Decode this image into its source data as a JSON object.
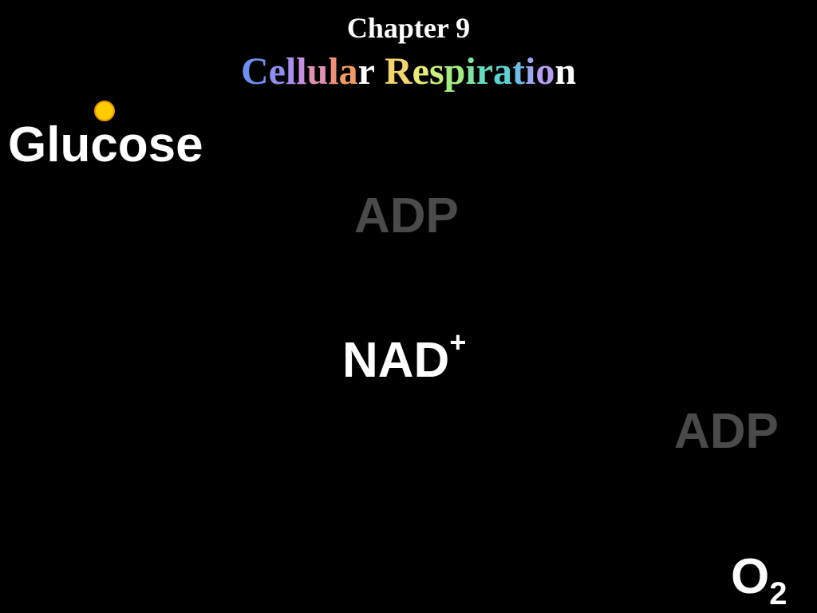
{
  "slide": {
    "chapter": "Chapter 9",
    "title": {
      "text": "Cellular Respiration",
      "letter_colors": [
        "#6f8ff0",
        "#8f8ff0",
        "#a98ef0",
        "#c590e0",
        "#e090b0",
        "#ee8f7a",
        "#f09a60",
        "#ffffff",
        "#f4c26a",
        "#f4d46c",
        "#e8ec76",
        "#c8f07a",
        "#a4ec82",
        "#80e4a0",
        "#64dcbc",
        "#5ed2d2",
        "#70bce6",
        "#9aa8f0",
        "#b69ef0"
      ]
    },
    "glucose": "Glucose",
    "adp_top": "ADP",
    "nad_main": "NAD",
    "nad_sup": "+",
    "adp_bottom": "ADP",
    "o2_main": "O",
    "o2_sub": "2",
    "colors": {
      "background": "#000000",
      "text": "#ffffff",
      "faded_text": "#4a4a4a",
      "glucose_dot": "#ffcc00"
    }
  }
}
